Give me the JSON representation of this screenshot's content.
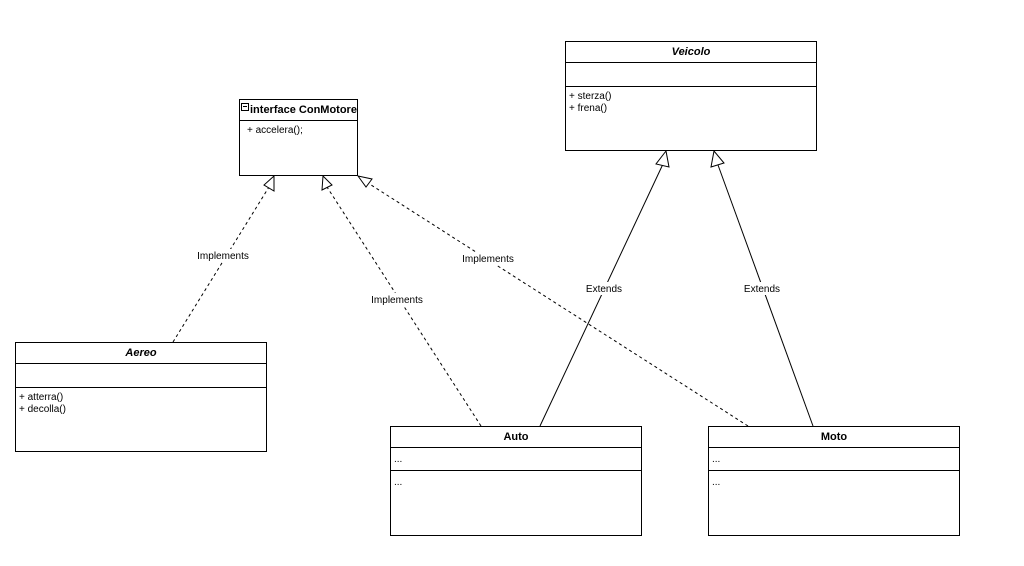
{
  "classes": {
    "veicolo": {
      "name": "Veicolo",
      "attributes": [],
      "methods": [
        "+ sterza()",
        "+ frena()"
      ]
    },
    "conmotore": {
      "name": "interface ConMotore",
      "methods": [
        "+ accelera();"
      ]
    },
    "aereo": {
      "name": "Aereo",
      "attributes": [],
      "methods": [
        "+ atterra()",
        "+ decolla()"
      ]
    },
    "auto": {
      "name": "Auto",
      "attributes": [
        "..."
      ],
      "methods": [
        "..."
      ]
    },
    "moto": {
      "name": "Moto",
      "attributes": [
        "..."
      ],
      "methods": [
        "..."
      ]
    }
  },
  "relations": {
    "aereo_implements": "Implements",
    "auto_implements": "Implements",
    "moto_implements": "Implements",
    "auto_extends": "Extends",
    "moto_extends": "Extends"
  },
  "colors": {
    "line": "#000000",
    "background": "#ffffff"
  }
}
